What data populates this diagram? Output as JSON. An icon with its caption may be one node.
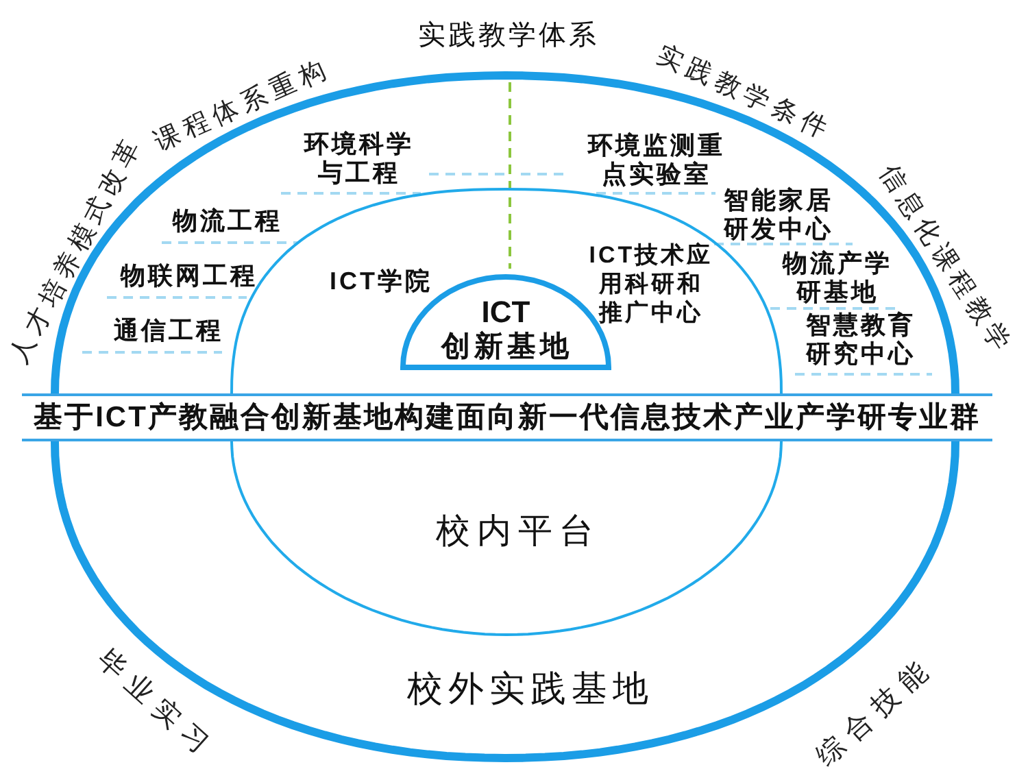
{
  "diagram": {
    "nodes": [
      {
        "text": [
          "校外实践基地"
        ]
      },
      {
        "text": [
          "校内平台"
        ],
        "in": 0
      },
      {
        "text": [
          "ICT",
          "创新基地"
        ],
        "in": 1
      },
      {
        "text": [
          "基于ICT产教融合创新基地构建面向新一代信息技术产业产学研专业群"
        ]
      }
    ],
    "labels": [
      "实践教学体系",
      "课程体系重构",
      "实践教学条件",
      "人才培养模式改革",
      "信息化课程教学",
      "环境科学与工程",
      "环境监测重点实验室",
      "智能家居研发中心",
      "物流工程",
      "ICT学院",
      "ICT技术应用科研和推广中心",
      "物联网工程",
      "物流产学研基地",
      "通信工程",
      "智慧教育研究中心",
      "毕业实习",
      "综合技能"
    ]
  }
}
